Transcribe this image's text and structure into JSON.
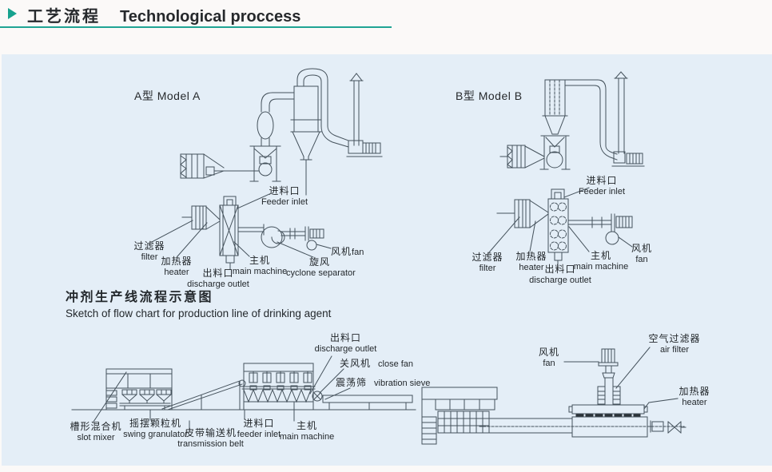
{
  "header": {
    "title_zh": "工艺流程",
    "title_en": "Technological proccess"
  },
  "section": {
    "subtitle_zh": "冲剂生产线流程示意图",
    "subtitle_en": "Sketch of flow chart for production line of drinking agent"
  },
  "model_a": {
    "title": "A型 Model A",
    "labels": {
      "feeder_inlet": {
        "zh": "进料口",
        "en": "Feeder inlet"
      },
      "filter": {
        "zh": "过滤器",
        "en": "filter"
      },
      "heater": {
        "zh": "加热器",
        "en": "heater"
      },
      "discharge_outlet": {
        "zh": "出料口",
        "en": "discharge outlet"
      },
      "main_machine": {
        "zh": "主机",
        "en": "main machine"
      },
      "cyclone_separator": {
        "zh": "旋风",
        "en": "cyclone separator"
      },
      "fan": {
        "zh": "风机",
        "en": "fan"
      }
    }
  },
  "model_b": {
    "title": "B型 Model B",
    "labels": {
      "feeder_inlet": {
        "zh": "进料口",
        "en": "Feeder inlet"
      },
      "filter": {
        "zh": "过滤器",
        "en": "filter"
      },
      "heater": {
        "zh": "加热器",
        "en": "heater"
      },
      "discharge_outlet": {
        "zh": "出料口",
        "en": "discharge outlet"
      },
      "main_machine": {
        "zh": "主机",
        "en": "main machine"
      },
      "fan": {
        "zh": "风机",
        "en": "fan"
      }
    }
  },
  "production_line": {
    "labels": {
      "discharge_outlet": {
        "zh": "出料口",
        "en": "discharge outlet"
      },
      "close_fan": {
        "zh": "关风机",
        "en": "close fan"
      },
      "vibration_sieve": {
        "zh": "震荡筛",
        "en": "vibration sieve"
      },
      "slot_mixer": {
        "zh": "槽形混合机",
        "en": "slot mixer"
      },
      "swing_granulator": {
        "zh": "摇摆颗粒机",
        "en": "swing granulator"
      },
      "transmission_belt": {
        "zh": "皮带输送机",
        "en": "transmission belt"
      },
      "feeder_inlet": {
        "zh": "进料口",
        "en": "feeder inlet"
      },
      "main_machine": {
        "zh": "主机",
        "en": "main machine"
      }
    }
  },
  "dryer_line": {
    "labels": {
      "fan": {
        "zh": "风机",
        "en": "fan"
      },
      "air_filter": {
        "zh": "空气过滤器",
        "en": "air filter"
      },
      "heater": {
        "zh": "加热器",
        "en": "heater"
      }
    }
  },
  "colors": {
    "accent": "#17a28e",
    "panel_bg": "#e4eef7",
    "page_bg": "#fbf9f8",
    "line": "#45525c",
    "text": "#23282c"
  }
}
